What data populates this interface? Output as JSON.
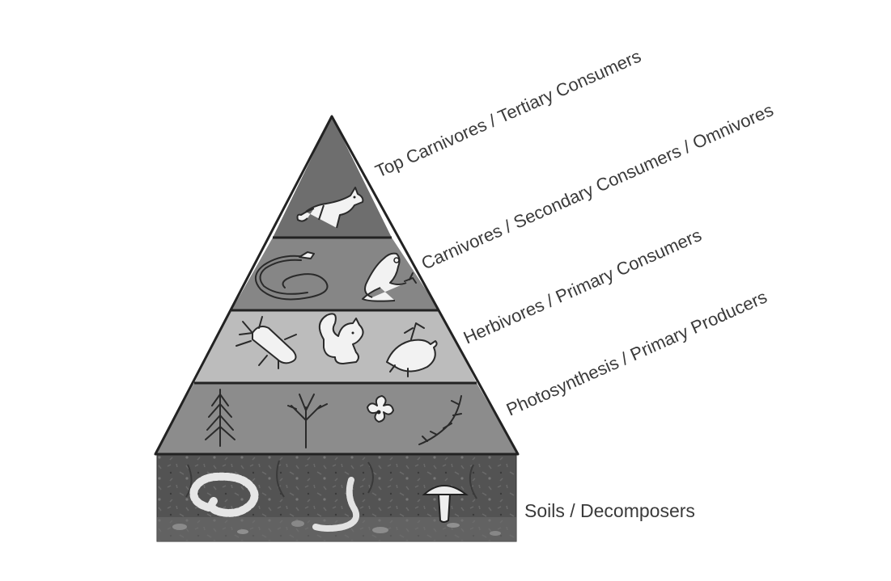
{
  "labels": {
    "top_carnivores": "Top Carnivores / Tertiary Consumers",
    "carnivores": "Carnivores / Secondary Consumers / Omnivores",
    "herbivores": "Herbivores / Primary Consumers",
    "producers": "Photosynthesis / Primary Producers",
    "soils": "Soils / Decomposers"
  },
  "tiers": [
    {
      "level": "top-carnivores",
      "icons": [
        "fox-icon"
      ]
    },
    {
      "level": "carnivores",
      "icons": [
        "snake-icon",
        "frog-icon"
      ]
    },
    {
      "level": "herbivores",
      "icons": [
        "beetle-icon",
        "squirrel-icon",
        "bird-icon"
      ]
    },
    {
      "level": "producers",
      "icons": [
        "conifer-tree-icon",
        "bare-tree-icon",
        "flower-icon",
        "plant-sprig-icon"
      ]
    },
    {
      "level": "soils",
      "icons": [
        "centipede-icon",
        "earthworm-icon",
        "mushroom-icon"
      ]
    }
  ],
  "colors": {
    "top_tier": "#6e6e6e",
    "carnivore_tier": "#868686",
    "herbivore_tier": "#bcbcbc",
    "producer_tier": "#8c8c8c",
    "soil": "#4e4e4e"
  }
}
